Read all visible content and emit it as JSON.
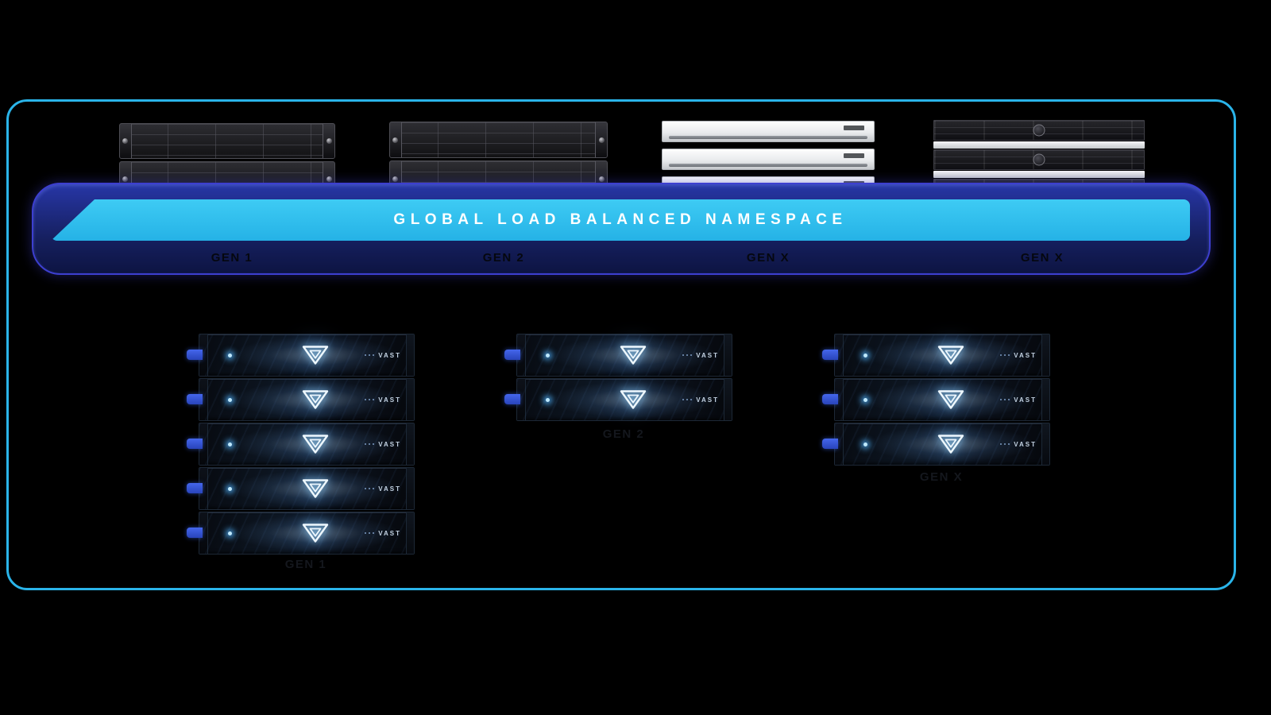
{
  "namespace_bar": {
    "title": "GLOBAL LOAD BALANCED NAMESPACE"
  },
  "top_groups": [
    {
      "label": "GEN 1"
    },
    {
      "label": "GEN 2"
    },
    {
      "label": "GEN X"
    },
    {
      "label": "GEN X"
    }
  ],
  "bottom_groups": [
    {
      "label": "GEN 1",
      "units": 5
    },
    {
      "label": "GEN 2",
      "units": 2
    },
    {
      "label": "GEN X",
      "units": 3
    }
  ],
  "brand": "VAST",
  "colors": {
    "accent": "#2ab4e9",
    "namespace_face": "#25b2e6",
    "namespace_base": "#162060",
    "tab_blue": "#2944ba",
    "led": "#bfe9ff"
  }
}
